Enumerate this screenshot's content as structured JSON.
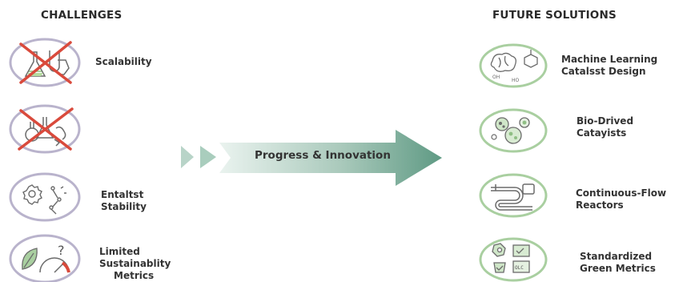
{
  "headings": {
    "left": "CHALLENGES",
    "right": "FUTURE SOLUTIONS"
  },
  "challenges": [
    {
      "label_lines": [
        "Scalability"
      ],
      "icon": "crossed-out-flask-icon"
    },
    {
      "label_lines": [],
      "icon": "crossed-out-flasks-icon"
    },
    {
      "label_lines": [
        "Entaltst",
        "Stability"
      ],
      "icon": "molecule-gear-icon"
    },
    {
      "label_lines": [
        "Limited",
        "Sustainablity",
        "Metrics"
      ],
      "icon": "leaf-gauge-question-icon"
    }
  ],
  "banner": {
    "label": "Progress & Innovation",
    "icon": "progress-arrow-icon"
  },
  "solutions": [
    {
      "label_lines": [
        "Machine Learning",
        "Catalsst Design"
      ],
      "icon": "brain-molecule-icon"
    },
    {
      "label_lines": [
        "Bio-Drived",
        "Catayists"
      ],
      "icon": "cells-icon"
    },
    {
      "label_lines": [
        "Continuous-Flow",
        "Reactors"
      ],
      "icon": "flow-pipe-icon"
    },
    {
      "label_lines": [
        "Standardized",
        "Green Metrics"
      ],
      "icon": "metrics-checklist-icon"
    }
  ],
  "colors": {
    "challenge_ring": "#b9b3cc",
    "solution_ring": "#a9cfa0",
    "cross": "#d94a3c",
    "banner_start": "#eaf3ef",
    "banner_end": "#5f9a84",
    "chevron": "#b8d4c8",
    "icon_stroke": "#6b6b6b"
  }
}
